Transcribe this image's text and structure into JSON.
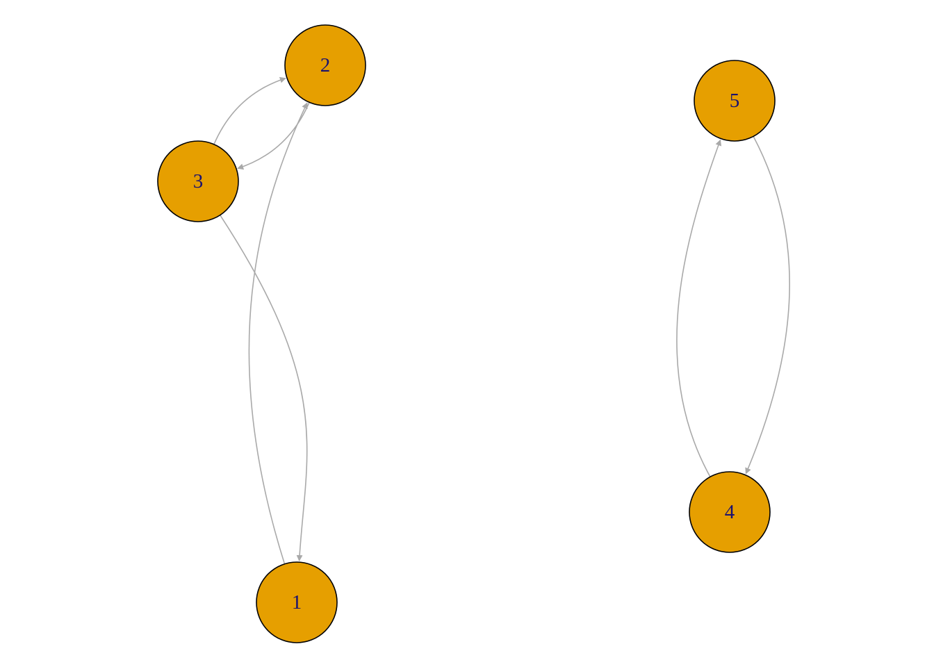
{
  "graph": {
    "directed": true,
    "nodes": [
      {
        "id": "1",
        "label": "1"
      },
      {
        "id": "2",
        "label": "2"
      },
      {
        "id": "3",
        "label": "3"
      },
      {
        "id": "4",
        "label": "4"
      },
      {
        "id": "5",
        "label": "5"
      }
    ],
    "edges": [
      {
        "from": "1",
        "to": "2"
      },
      {
        "from": "2",
        "to": "3"
      },
      {
        "from": "3",
        "to": "1"
      },
      {
        "from": "3",
        "to": "2"
      },
      {
        "from": "4",
        "to": "5"
      },
      {
        "from": "5",
        "to": "4"
      }
    ]
  },
  "colors": {
    "node_fill": "#E69F00",
    "node_border": "#000000",
    "label": "#1A1270",
    "edge": "#A9A9A9"
  }
}
